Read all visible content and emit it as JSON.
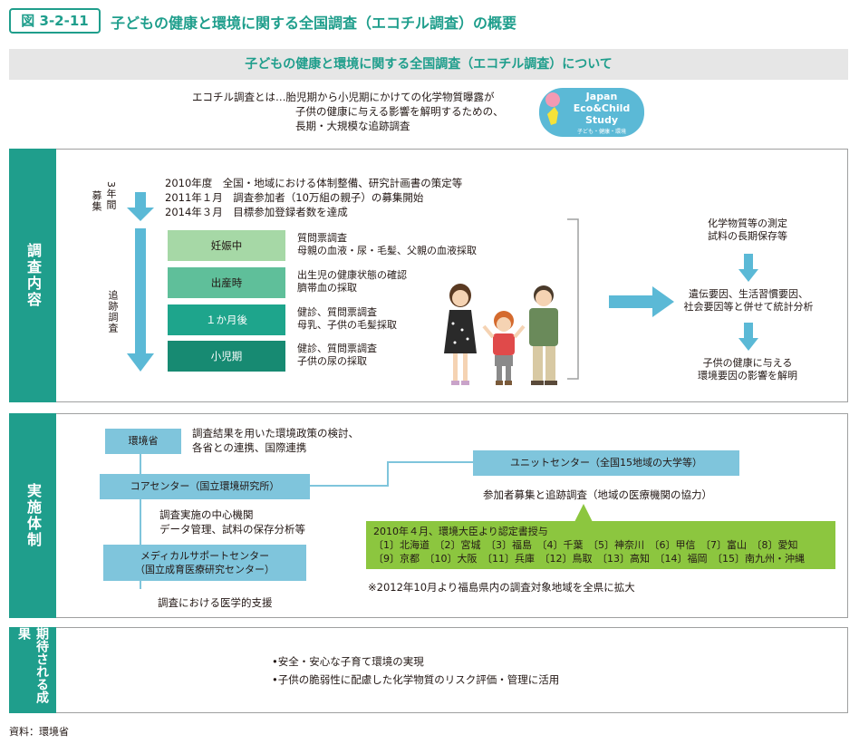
{
  "figure": {
    "badge": "図 3-2-11",
    "title": "子どもの健康と環境に関する全国調査（エコチル調査）の概要",
    "banner": "子どもの健康と環境に関する全国調査（エコチル調査）について"
  },
  "intro": {
    "lines": [
      "エコチル調査とは…胎児期から小児期にかけての化学物質曝露が",
      "子供の健康に与える影響を解明するための、",
      "長期・大規模な追跡調査"
    ],
    "logo": [
      "Japan",
      "Eco&Child",
      "Study",
      "子ども・健康・環境"
    ]
  },
  "survey": {
    "label": "調査内容",
    "recruit_label": "募集",
    "recruit_period": "3年間",
    "follow_label": "追跡調査",
    "timeline": [
      "2010年度　全国・地域における体制整備、研究計画書の策定等",
      "2011年１月　調査参加者（10万組の親子）の募集開始",
      "2014年３月　目標参加登録者数を達成"
    ],
    "stages": [
      {
        "name": "妊娠中",
        "color": "#a6d8a6",
        "desc": [
          "質問票調査",
          "母親の血液・尿・毛髪、父親の血液採取"
        ]
      },
      {
        "name": "出産時",
        "color": "#5fbf9a",
        "desc": [
          "出生児の健康状態の確認",
          "臍帯血の採取"
        ]
      },
      {
        "name": "１か月後",
        "color": "#1ea58c",
        "desc": [
          "健診、質問票調査",
          "母乳、子供の毛髪採取"
        ]
      },
      {
        "name": "小児期",
        "color": "#178a72",
        "desc": [
          "健診、質問票調査",
          "子供の尿の採取"
        ]
      }
    ],
    "analysis": [
      [
        "化学物質等の測定",
        "試料の長期保存等"
      ],
      [
        "遺伝要因、生活習慣要因、",
        "社会要因等と併せて統計分析"
      ],
      [
        "子供の健康に与える",
        "環境要因の影響を解明"
      ]
    ]
  },
  "structure": {
    "label": "実施体制",
    "moe": "環境省",
    "moe_desc": [
      "調査結果を用いた環境政策の検討、",
      "各省との連携、国際連携"
    ],
    "core": "コアセンター（国立環境研究所）",
    "core_desc": [
      "調査実施の中心機関",
      "データ管理、試料の保存分析等"
    ],
    "medical": [
      "メディカルサポートセンター",
      "（国立成育医療研究センター）"
    ],
    "medical_desc": "調査における医学的支援",
    "unit": "ユニットセンター（全国15地域の大学等）",
    "unit_desc": "参加者募集と追跡調査（地域の医療機関の協力）",
    "cert": [
      "2010年４月、環境大臣より認定書授与",
      "〔1〕北海道　〔2〕宮城　〔3〕福島　〔4〕千葉　〔5〕神奈川　〔6〕甲信　〔7〕富山　〔8〕愛知",
      "〔9〕京都　〔10〕大阪　〔11〕兵庫　〔12〕鳥取　〔13〕高知　〔14〕福岡　〔15〕南九州・沖縄"
    ],
    "note": "※2012年10月より福島県内の調査対象地域を全県に拡大"
  },
  "outcome": {
    "label": "期待される成果",
    "bullets": [
      "•安全・安心な子育て環境の実現",
      "•子供の脆弱性に配慮した化学物質のリスク評価・管理に活用"
    ]
  },
  "source": "資料：環境省",
  "colors": {
    "accent": "#1f9e8c",
    "org_box": "#7fc5dc",
    "cert_box": "#8cc63f",
    "arrow": "#5bb9d6"
  }
}
